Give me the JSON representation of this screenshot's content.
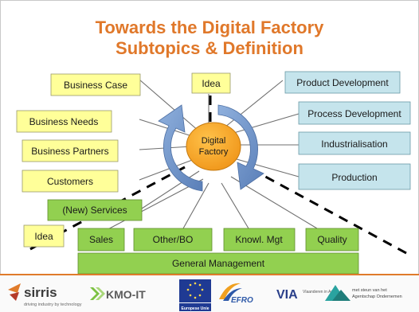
{
  "title_line1": "Towards the Digital Factory",
  "title_line2": "Subtopics & Definition",
  "hub": {
    "line1": "Digital",
    "line2": "Factory"
  },
  "left_boxes": [
    "Business Case",
    "Business Needs",
    "Business Partners",
    "Customers"
  ],
  "top_idea": "Idea",
  "services": "(New) Services",
  "bottom_idea": "Idea",
  "right_boxes": [
    "Product Development",
    "Process Development",
    "Industrialisation",
    "Production"
  ],
  "bottom_row": [
    "Sales",
    "Other/BO",
    "Knowl. Mgt",
    "Quality"
  ],
  "general_management": "General Management",
  "colors": {
    "title": "#e0782a",
    "yellow": "#ffff99",
    "blue": "#c5e4ec",
    "green": "#92d050",
    "hub": "#f5a623",
    "arrow": "#6b8fc4"
  },
  "logos": {
    "sirris": "sirris",
    "sirris_tag": "driving industry by technology",
    "kmoit": "KMO-IT",
    "eu": "Europese Unie",
    "efro": "EFRO",
    "via": "VIA",
    "via_sub": "Vlaanderen in Actie",
    "agency_line1": "met steun van het",
    "agency_line2": "Agentschap Ondernemen"
  }
}
